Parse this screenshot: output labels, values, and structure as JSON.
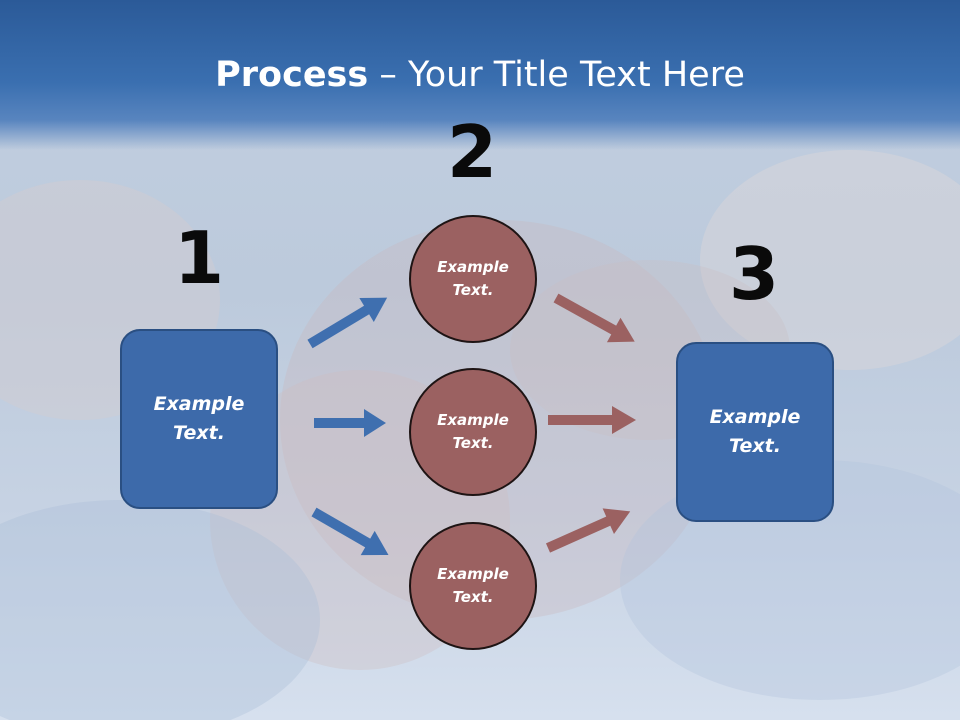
{
  "slide": {
    "title_bold": "Process",
    "title_rest": " – Your Title Text Here",
    "step_numbers": [
      "1",
      "2",
      "3"
    ],
    "left_box": "Example Text.",
    "circles": [
      "Example Text.",
      "Example Text.",
      "Example Text."
    ],
    "right_box": "Example Text.",
    "colors": {
      "title_band": "#2b5a98",
      "box_fill": "#3d6aaa",
      "circle_fill": "#9b6161",
      "arrow_blue": "#3f6faf",
      "arrow_red": "#9b6161"
    }
  }
}
